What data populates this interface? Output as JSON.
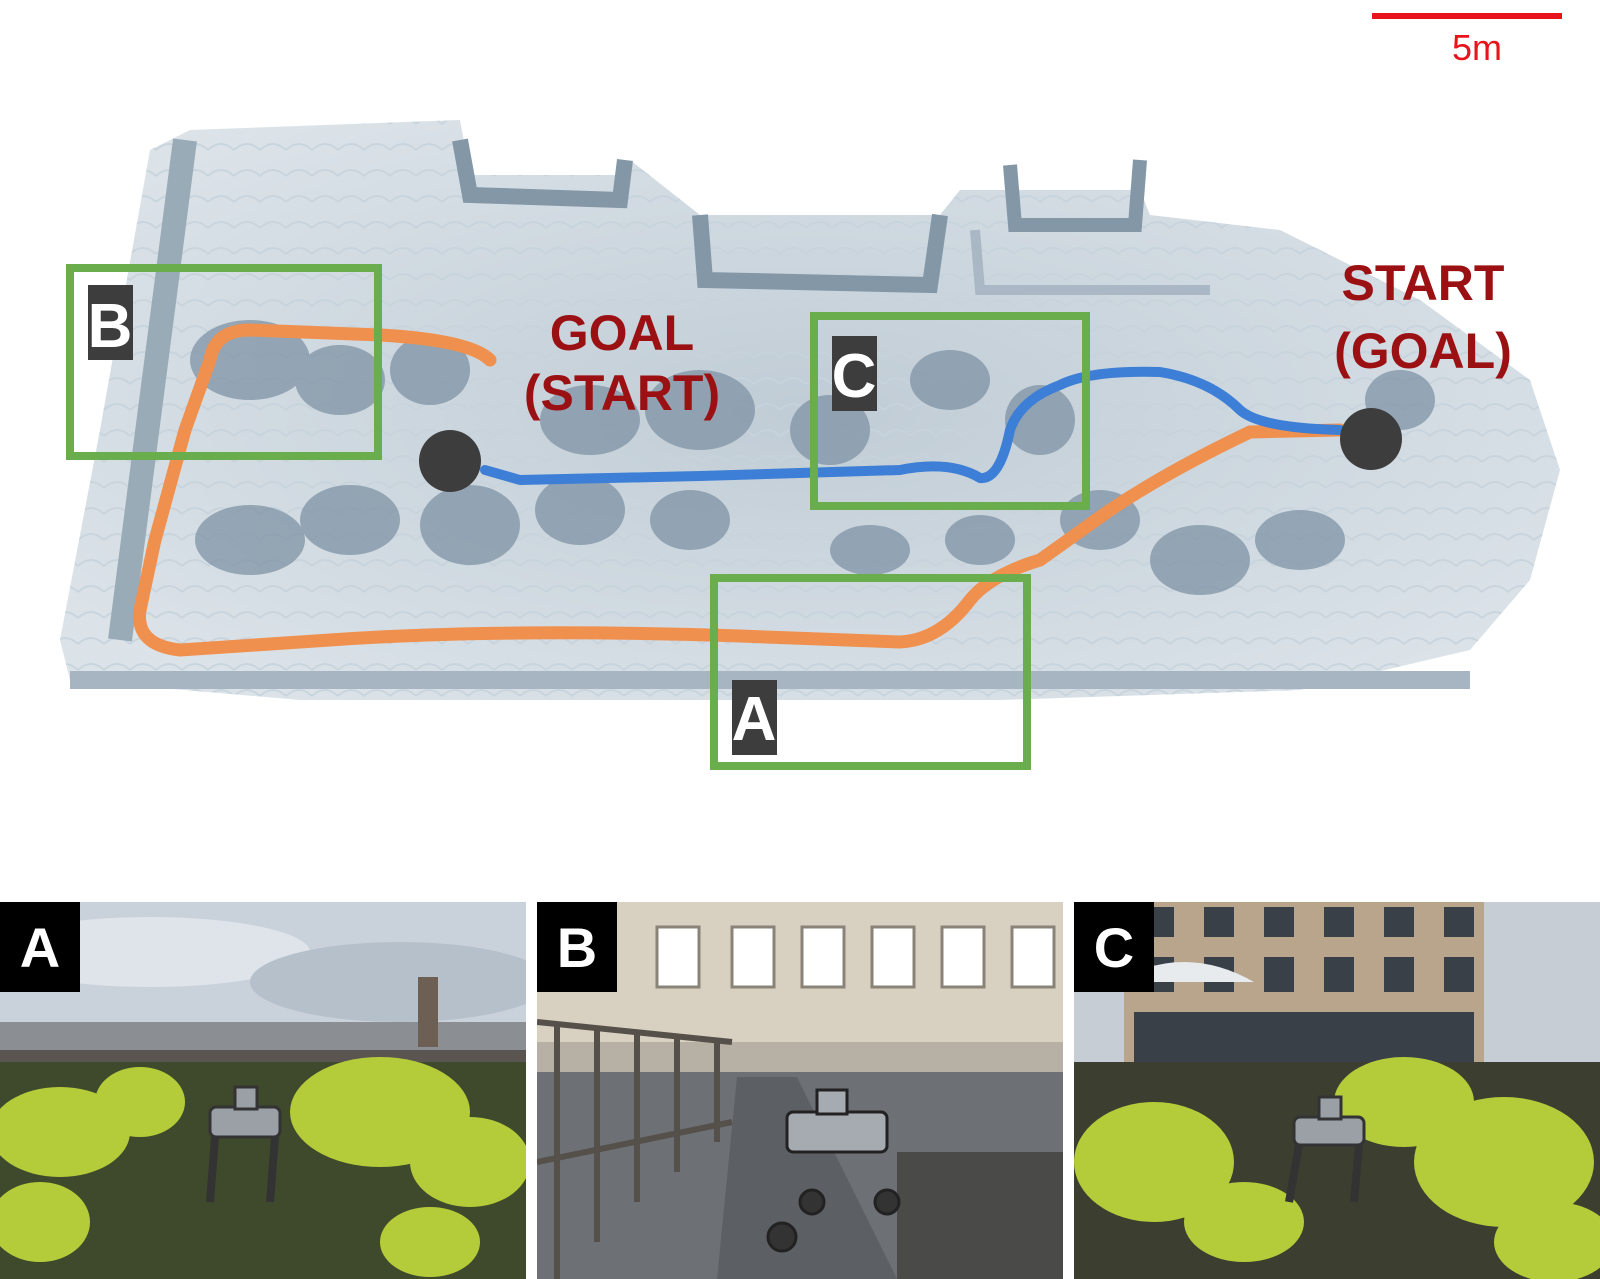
{
  "scale_bar": {
    "label": "5m",
    "color": "#e8141b"
  },
  "endpoints": {
    "goal_start": {
      "line1": "GOAL",
      "line2": "(START)"
    },
    "start_goal": {
      "line1": "START",
      "line2": "(GOAL)"
    }
  },
  "regions": [
    {
      "id": "A",
      "label": "A"
    },
    {
      "id": "B",
      "label": "B"
    },
    {
      "id": "C",
      "label": "C"
    }
  ],
  "photos": [
    {
      "id": "A",
      "label": "A"
    },
    {
      "id": "B",
      "label": "B"
    },
    {
      "id": "C",
      "label": "C"
    }
  ],
  "colors": {
    "path_orange": "#f0904e",
    "path_blue": "#3d7fd6",
    "region_box": "#6aad4c",
    "endpoint_marker": "#3d3d3d",
    "label_text": "#9b1113",
    "point_cloud": "#9fb0bd"
  }
}
